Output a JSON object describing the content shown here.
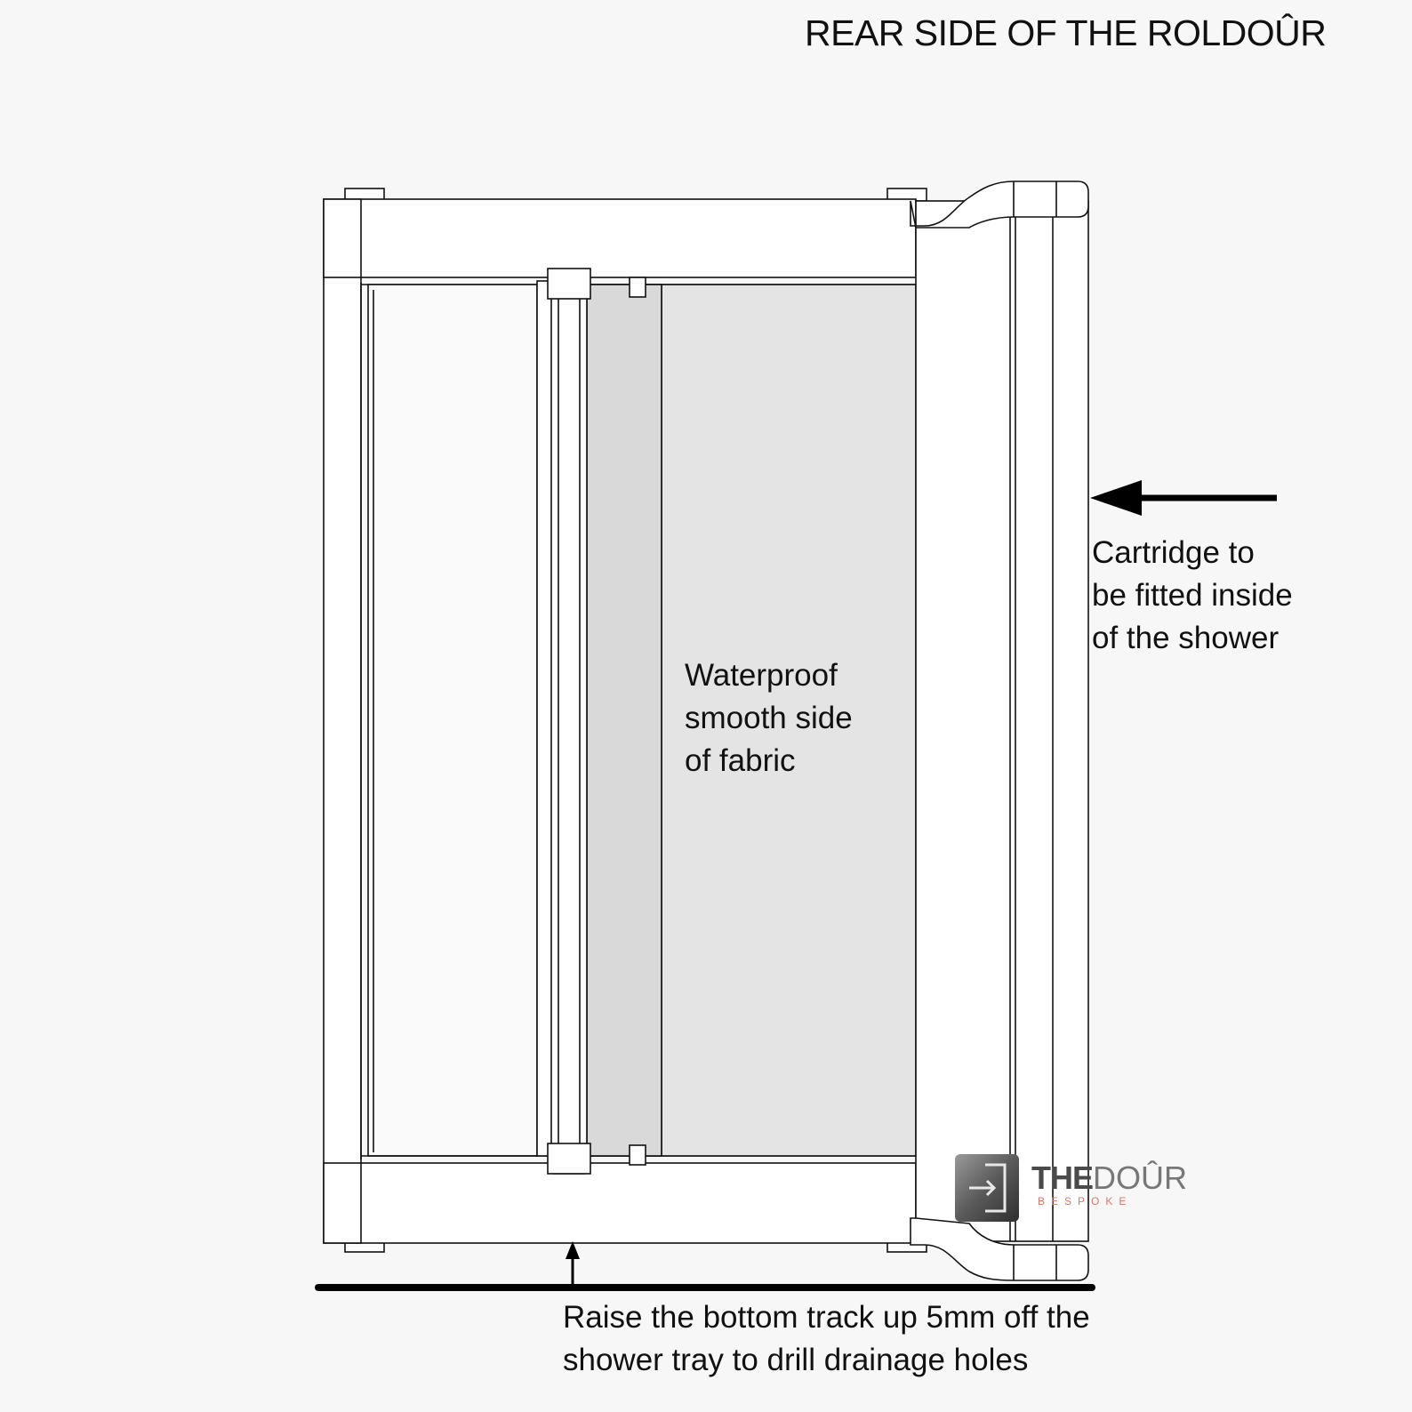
{
  "title": "REAR SIDE OF THE ROLDOÛR",
  "annotations": {
    "fabric": "Waterproof\nsmooth side\nof fabric",
    "cartridge": "Cartridge to\nbe fitted inside\nof the shower",
    "bottom_track": "Raise the bottom track up 5mm off the\nshower tray to drill drainage holes"
  },
  "logo": {
    "brand_primary": "THE",
    "brand_secondary": "DOÛR",
    "tagline": "BESPOKE",
    "icon": "door-exit-icon"
  },
  "colors": {
    "line": "#111111",
    "frame_fill": "#ffffff",
    "fabric_fill": "#e3e3e3",
    "background": "#f7f7f7",
    "accent": "#d57a6a"
  }
}
